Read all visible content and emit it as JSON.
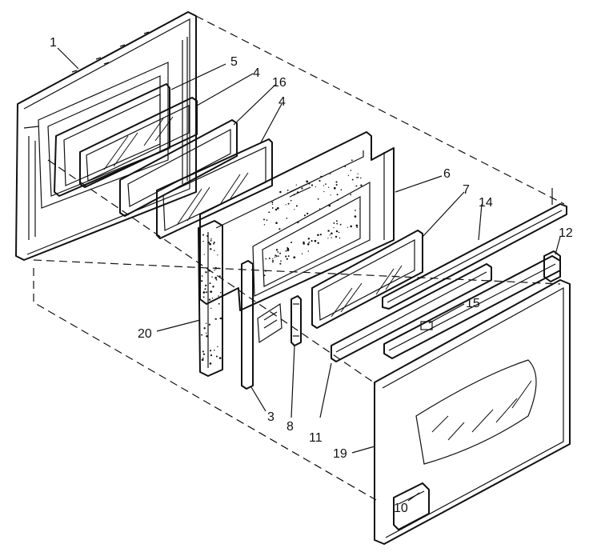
{
  "callouts": [
    {
      "id": "1",
      "label": "1"
    },
    {
      "id": "5",
      "label": "5"
    },
    {
      "id": "4a",
      "label": "4"
    },
    {
      "id": "16",
      "label": "16"
    },
    {
      "id": "4b",
      "label": "4"
    },
    {
      "id": "6",
      "label": "6"
    },
    {
      "id": "7",
      "label": "7"
    },
    {
      "id": "14",
      "label": "14"
    },
    {
      "id": "12",
      "label": "12"
    },
    {
      "id": "15",
      "label": "15"
    },
    {
      "id": "20",
      "label": "20"
    },
    {
      "id": "3",
      "label": "3"
    },
    {
      "id": "8",
      "label": "8"
    },
    {
      "id": "11",
      "label": "11"
    },
    {
      "id": "19",
      "label": "19"
    },
    {
      "id": "10",
      "label": "10"
    }
  ]
}
